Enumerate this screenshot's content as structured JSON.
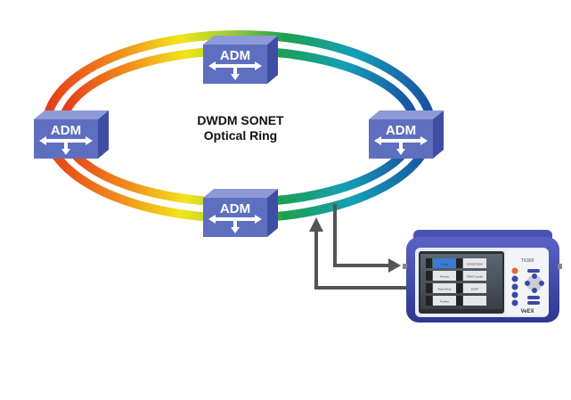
{
  "title": {
    "line1": "DWDM SONET",
    "line2": "Optical Ring"
  },
  "nodes": [
    {
      "id": "top",
      "label": "ADM"
    },
    {
      "id": "left",
      "label": "ADM"
    },
    {
      "id": "right",
      "label": "ADM"
    },
    {
      "id": "bottom",
      "label": "ADM"
    }
  ],
  "colors": {
    "adm_front": "#5f6fbf",
    "adm_top": "#8e9ad8",
    "adm_side": "#3e4ea4",
    "arrow": "#555555",
    "device_body": "#3d45a8",
    "ring_spectrum": [
      "#e53a1a",
      "#f08a1c",
      "#f2e51a",
      "#8cc63e",
      "#1aa050",
      "#159fb8",
      "#1a4fa0"
    ]
  },
  "device": {
    "brand": "VeEX",
    "model": "TX300",
    "screen_buttons": [
      "Setup",
      "Results",
      "Alarm/Error",
      "Profiles",
      "SONET/SDH",
      "PDH/T-carrier",
      "Eth/IP",
      ""
    ]
  }
}
